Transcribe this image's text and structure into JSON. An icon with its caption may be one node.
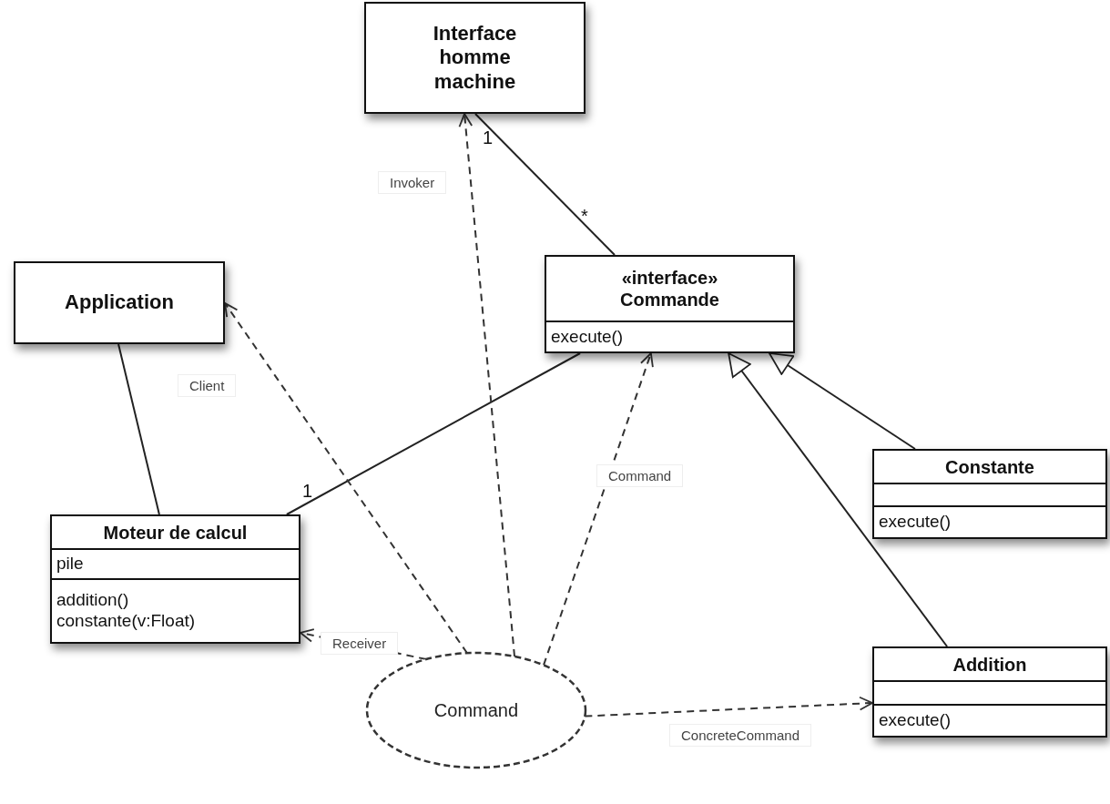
{
  "diagram": {
    "nodes": [
      {
        "text": [
          "Interface homme machine"
        ]
      },
      {
        "text": [
          "Application"
        ]
      },
      {
        "text": [
          "«interface»",
          "Commande",
          "execute()"
        ]
      },
      {
        "text": [
          "Moteur de calcul",
          "pile",
          "addition()",
          "constante(v:Float)"
        ]
      },
      {
        "text": [
          "Constante",
          "execute()"
        ]
      },
      {
        "text": [
          "Addition",
          "execute()"
        ]
      },
      {
        "text": [
          "Command"
        ]
      }
    ],
    "edges": [
      {
        "from": 2,
        "to": 0,
        "arrow": "none"
      },
      {
        "from": 1,
        "to": 3,
        "arrow": "none"
      },
      {
        "from": 3,
        "to": 2,
        "arrow": "none"
      },
      {
        "from": 4,
        "to": 2,
        "arrow": "to"
      },
      {
        "from": 5,
        "to": 2,
        "arrow": "to"
      },
      {
        "from": 6,
        "to": 0,
        "arrow": "to",
        "label": "Invoker",
        "style": "dashed"
      },
      {
        "from": 6,
        "to": 1,
        "arrow": "to",
        "label": "Client",
        "style": "dashed"
      },
      {
        "from": 6,
        "to": 2,
        "arrow": "to",
        "label": "Command",
        "style": "dashed"
      },
      {
        "from": 6,
        "to": 3,
        "arrow": "to",
        "label": "Receiver",
        "style": "dashed"
      },
      {
        "from": 6,
        "to": 5,
        "arrow": "to",
        "label": "ConcreteCommand",
        "style": "dashed"
      }
    ],
    "labels": [
      "1",
      "*",
      "1"
    ]
  }
}
